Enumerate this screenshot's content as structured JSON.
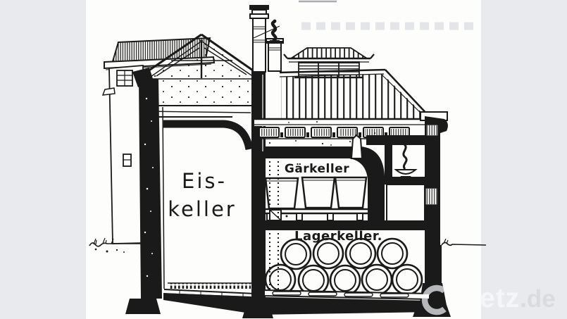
{
  "labels": {
    "eiskeller_line1": "Eis-",
    "eiskeller_line2": "keller",
    "gaerkeller": "Gärkeller",
    "lagerkeller": "Lagerkeller."
  },
  "watermark": {
    "main": "etz",
    "suffix": ".de"
  },
  "colors": {
    "ink": "#1a1a1a",
    "paper": "#fdfdfc",
    "panel": "#e9eaee",
    "wm_light": "#f5f6f8",
    "wm_dark": "#d9dbdf",
    "wm_ring": "#b6b7bb"
  }
}
